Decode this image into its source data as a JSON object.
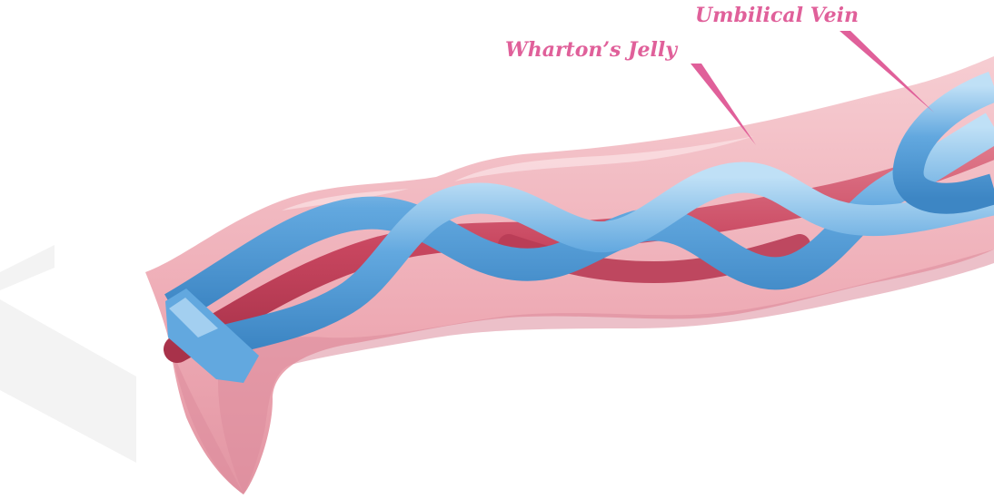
{
  "labels": {
    "umbilical_vein": "Umbilical Vein",
    "whartons_jelly": "Wharton’s Jelly"
  },
  "colors": {
    "label_text": "#e0609a",
    "jelly_fill": "#f0b8c0",
    "jelly_shadow": "#dc8d9c",
    "jelly_highlight": "#f9dde0",
    "artery_red": "#c8465f",
    "artery_dark": "#a8324a",
    "vein_blue": "#62a8df",
    "vein_light": "#bfe0f6",
    "vein_dark": "#3d86c4",
    "watermark_gray": "#ededed"
  },
  "icons": {
    "diagram": "umbilical-cord-cross-section-illustration"
  }
}
